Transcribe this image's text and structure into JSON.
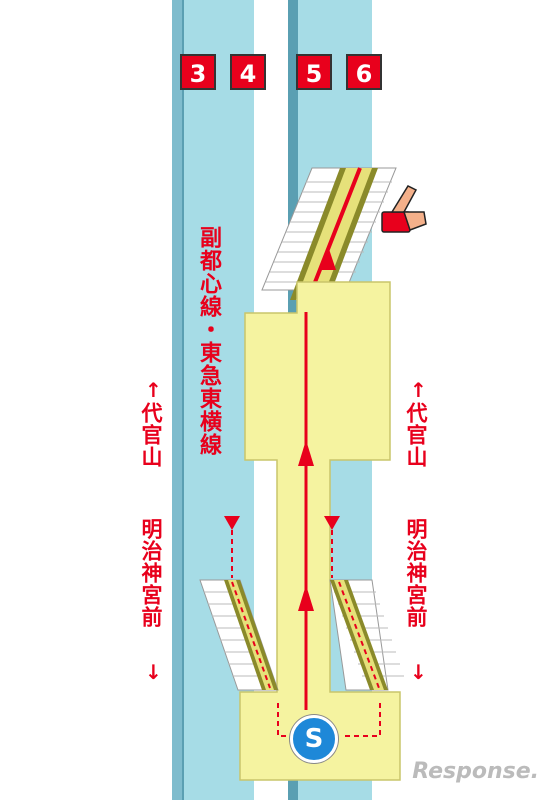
{
  "tracks": [
    "3",
    "4",
    "5",
    "6"
  ],
  "line_label": "副都心線・東急東横線",
  "left_destination": {
    "top": "代官山",
    "bottom": "明治神宮前"
  },
  "right_destination": {
    "top": "代官山",
    "bottom": "明治神宮前"
  },
  "station_symbol": "S",
  "watermark": "Response.",
  "colors": {
    "platform_blue": "#a6dce6",
    "platform_edge": "#5a9fb2",
    "concourse_yellow": "#f5f3a0",
    "route_red": "#e8001c",
    "stair_olive": "#8a8a2a",
    "badge_blue": "#1e88d8"
  }
}
